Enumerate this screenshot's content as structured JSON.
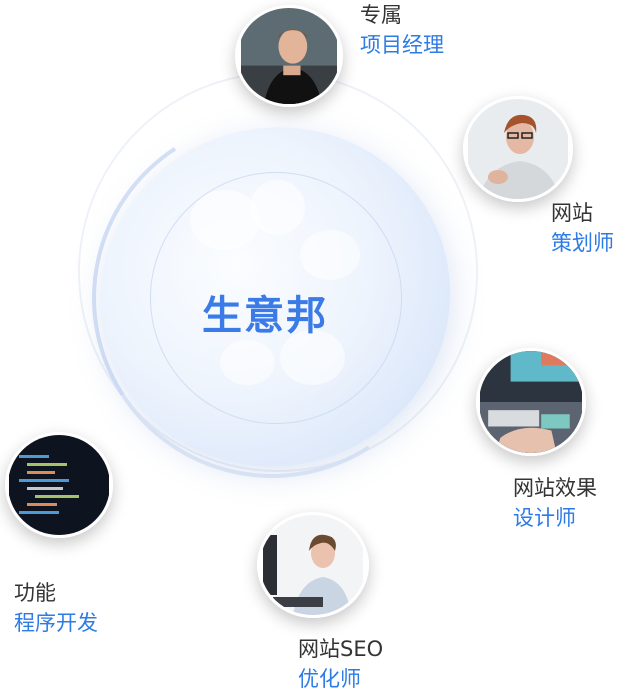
{
  "center": {
    "title": "生意邦",
    "color": "#3a7be8"
  },
  "roles": [
    {
      "line1": "专属",
      "line2": "项目经理",
      "icon": "project-manager-photo"
    },
    {
      "line1": "网站",
      "line2": "策划师",
      "icon": "website-planner-photo"
    },
    {
      "line1": "网站效果",
      "line2": "设计师",
      "icon": "website-designer-photo"
    },
    {
      "line1": "网站SEO",
      "line2": "优化师",
      "icon": "seo-optimizer-photo"
    },
    {
      "line1": "功能",
      "line2": "程序开发",
      "icon": "developer-code-photo"
    }
  ],
  "colors": {
    "label_dark": "#333333",
    "label_blue": "#2d7be5"
  }
}
